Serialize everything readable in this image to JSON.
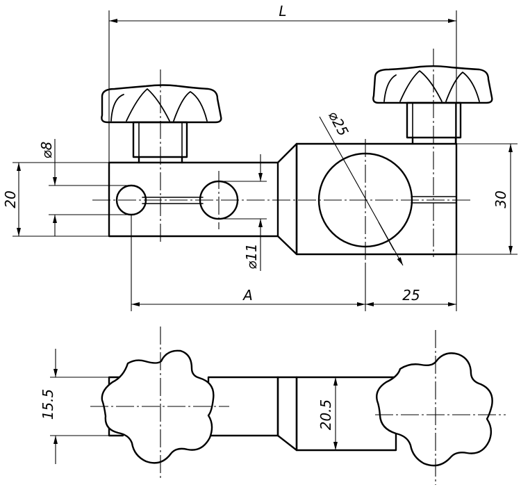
{
  "dimensions": {
    "overall_length": "L",
    "distance_a": "A",
    "right_offset": "25",
    "block_height_left": "20",
    "block_height_right": "30",
    "small_bore": "⌀8",
    "medium_bore": "⌀11",
    "large_bore": "⌀25",
    "left_width": "15.5",
    "right_width": "20.5"
  },
  "icons": {
    "left_knob_side": "star-knob-icon",
    "right_knob_side": "star-knob-icon",
    "left_knob_top": "star-knob-icon",
    "right_knob_top": "star-knob-icon"
  }
}
